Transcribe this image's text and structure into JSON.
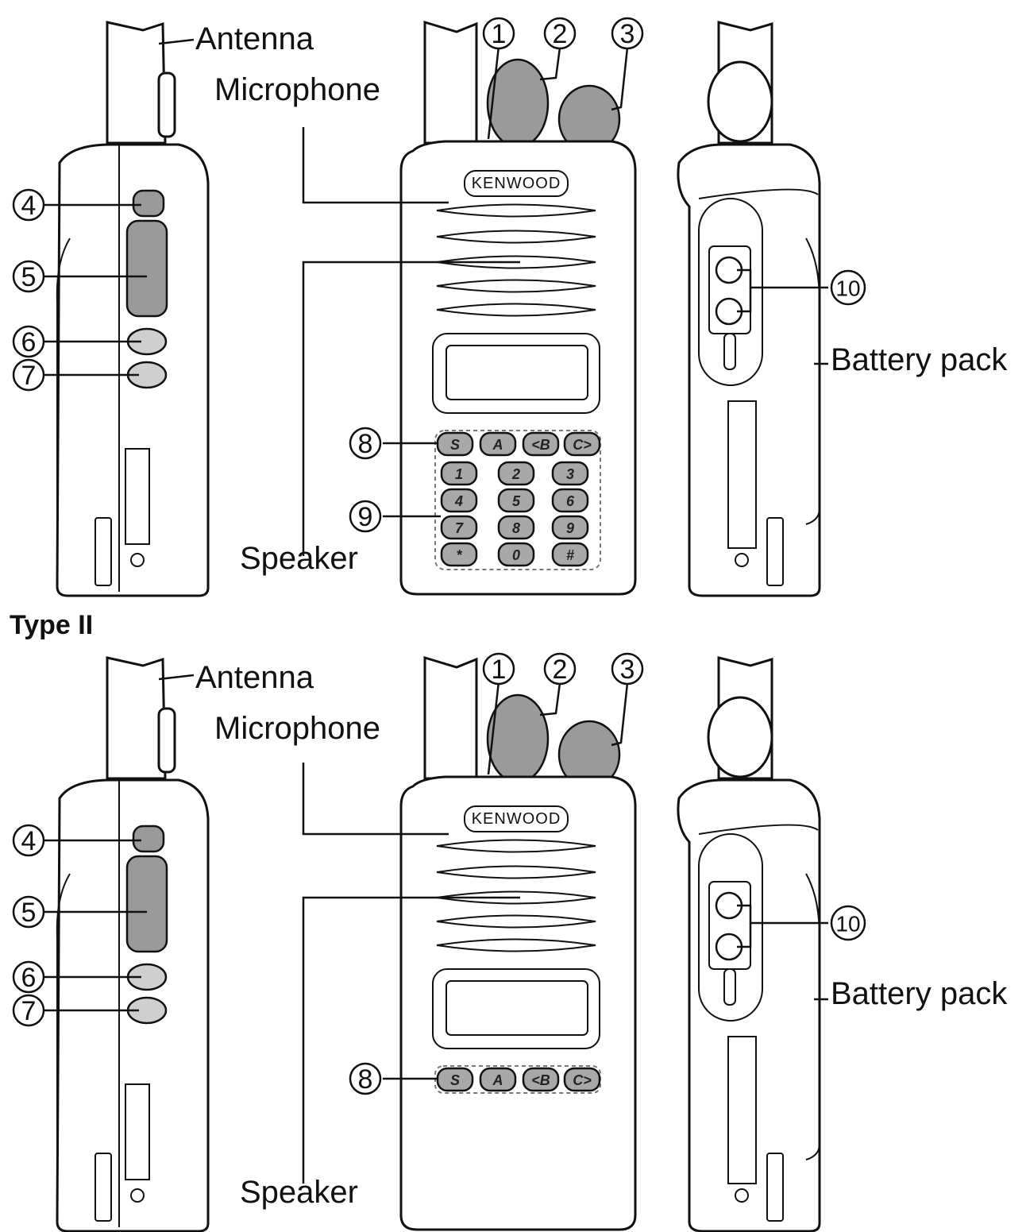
{
  "type_heading": "Type II",
  "labels": {
    "antenna": "Antenna",
    "microphone": "Microphone",
    "speaker": "Speaker",
    "battery_pack": "Battery pack",
    "brand": "KENWOOD"
  },
  "callouts": [
    "1",
    "2",
    "3",
    "4",
    "5",
    "6",
    "7",
    "8",
    "9",
    "10"
  ],
  "keys_top_row": [
    "S",
    "A",
    "<B",
    "C>"
  ],
  "keypad": [
    "1",
    "2",
    "3",
    "4",
    "5",
    "6",
    "7",
    "8",
    "9",
    "*",
    "0",
    "#"
  ]
}
